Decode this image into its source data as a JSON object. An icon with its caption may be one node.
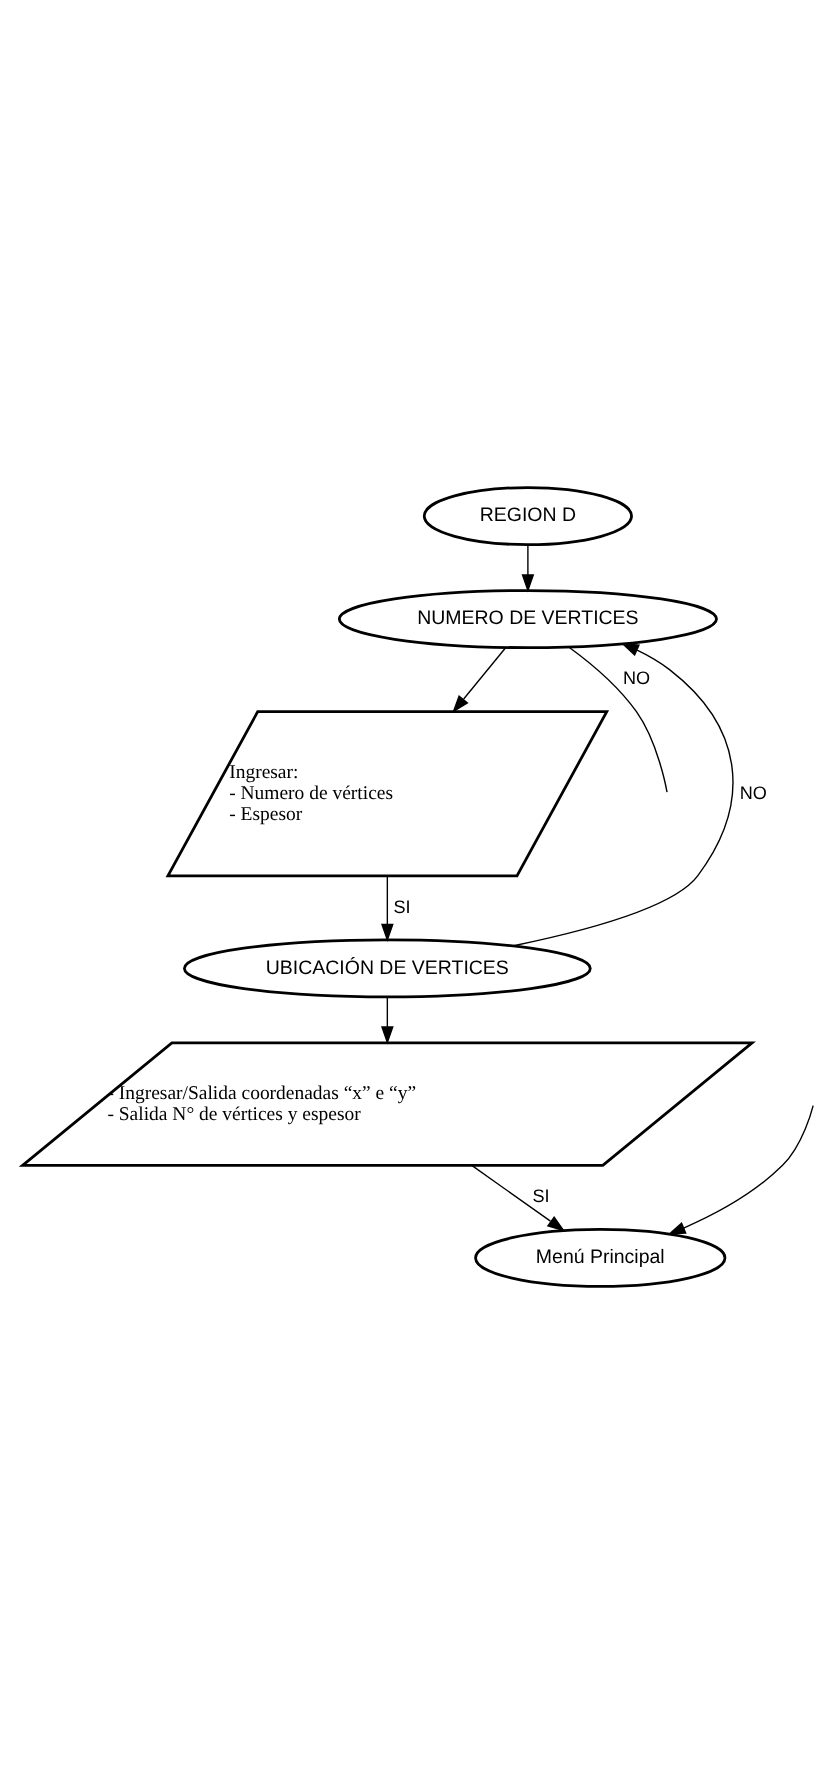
{
  "diagram": {
    "nodes": [
      {
        "text": [
          "REGION D"
        ]
      },
      {
        "text": [
          "NUMERO DE VERTICES"
        ]
      },
      {
        "text": [
          "Ingresar:",
          "- Numero de vértices",
          "- Espesor"
        ]
      },
      {
        "text": [
          "UBICACIÓN DE VERTICES"
        ]
      },
      {
        "text": [
          "- Ingresar/Salida coordenadas “x” e “y”",
          "- Salida N° de vértices y espesor"
        ]
      },
      {
        "text": [
          "Menú Principal"
        ]
      }
    ],
    "edges": [
      {
        "from": 0,
        "to": 1,
        "arrow": "to"
      },
      {
        "from": 1,
        "to": 2,
        "arrow": "to"
      },
      {
        "from": 2,
        "to": 3,
        "arrow": "to",
        "label": "SI"
      },
      {
        "from": 3,
        "to": 1,
        "arrow": "to",
        "label": "NO"
      },
      {
        "from": 3,
        "to": 4,
        "arrow": "to"
      },
      {
        "from": 4,
        "to": 5,
        "arrow": "to",
        "label": "SI"
      },
      {
        "from": 1,
        "to": null,
        "arrow": "none",
        "label": "NO"
      },
      {
        "from": null,
        "to": 5,
        "arrow": "to"
      }
    ]
  }
}
